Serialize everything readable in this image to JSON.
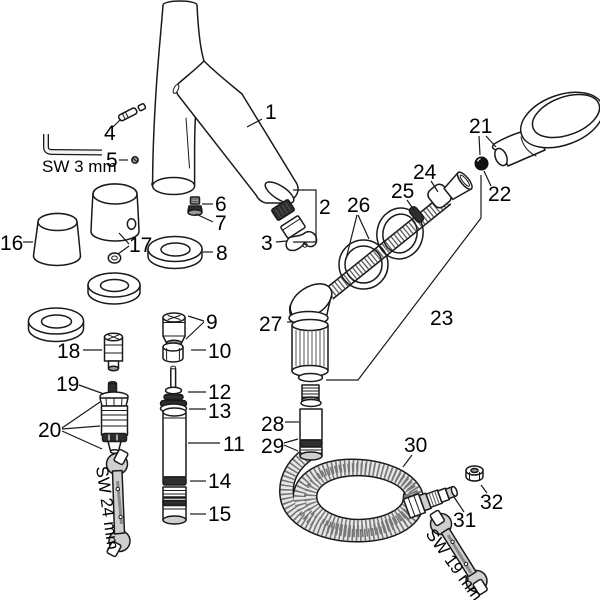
{
  "figure": {
    "type": "exploded-parts-diagram",
    "subject": "Faucet with hand shower - spare parts drawing",
    "background_color": "#ffffff",
    "line_color": "#1a1a1a",
    "metal_gray": "#cfcfcf",
    "dark_part_color": "#2e2e2e"
  },
  "part_numbers": [
    "1",
    "2",
    "3",
    "4",
    "5",
    "6",
    "7",
    "8",
    "9",
    "10",
    "11",
    "12",
    "13",
    "14",
    "15",
    "16",
    "17",
    "18",
    "19",
    "20",
    "21",
    "22",
    "23",
    "24",
    "25",
    "26",
    "27",
    "28",
    "29",
    "30",
    "31",
    "32"
  ],
  "tool_labels": {
    "allen_key_size": "SW 3 mm",
    "wrench_cartridge_size": "SW 24 mm",
    "wrench_hose_size": "SW 19 mm"
  }
}
